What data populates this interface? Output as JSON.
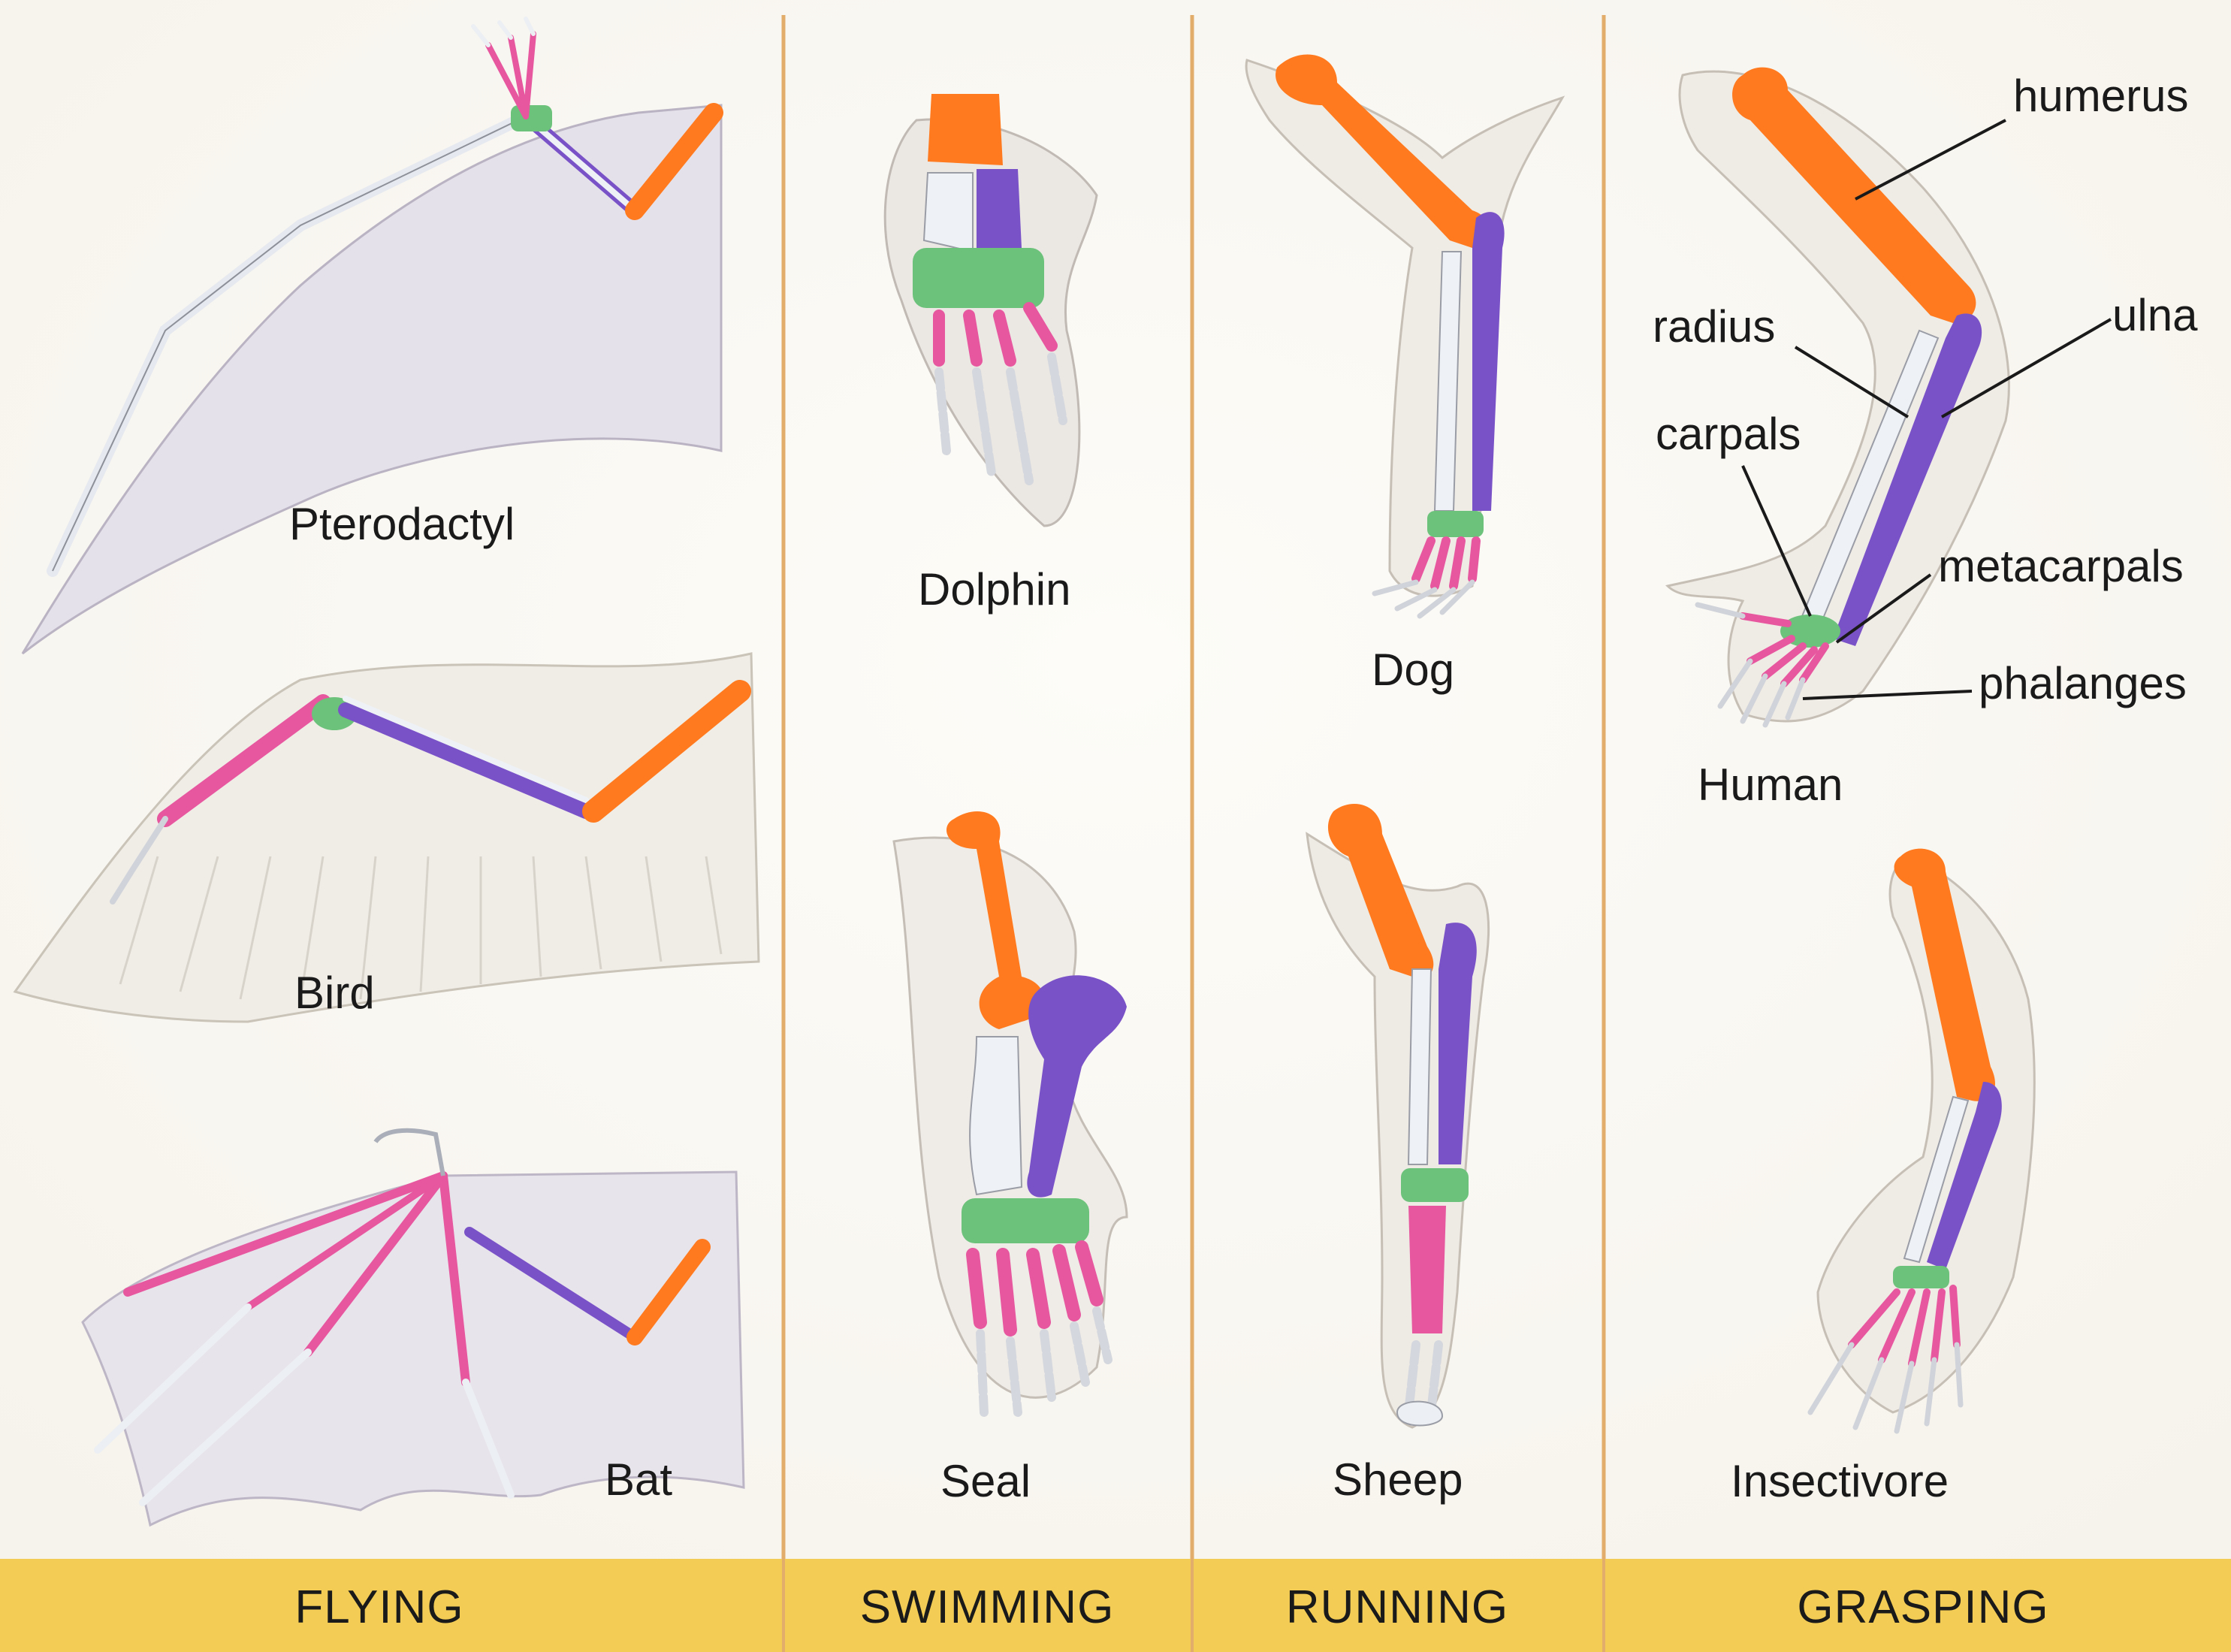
{
  "colors": {
    "humerus": "#ff7a1e",
    "radius": "#eef2f6",
    "ulna": "#7a52c8",
    "carpals": "#6cc27a",
    "metacarpals": "#e6579f",
    "phalanges": "#eceff3",
    "membrane": "#e7e3ec",
    "skin": "#efebe4",
    "divider": "#e2ac6a",
    "footer": "#f2cc55"
  },
  "animals": {
    "pterodactyl": "Pterodactyl",
    "bird": "Bird",
    "bat": "Bat",
    "dolphin": "Dolphin",
    "seal": "Seal",
    "dog": "Dog",
    "sheep": "Sheep",
    "human": "Human",
    "insectivore": "Insectivore"
  },
  "bones": {
    "humerus": "humerus",
    "radius": "radius",
    "ulna": "ulna",
    "carpals": "carpals",
    "metacarpals": "metacarpals",
    "phalanges": "phalanges"
  },
  "categories": {
    "flying": "FLYING",
    "swimming": "SWIMMING",
    "running": "RUNNING",
    "grasping": "GRASPING"
  }
}
